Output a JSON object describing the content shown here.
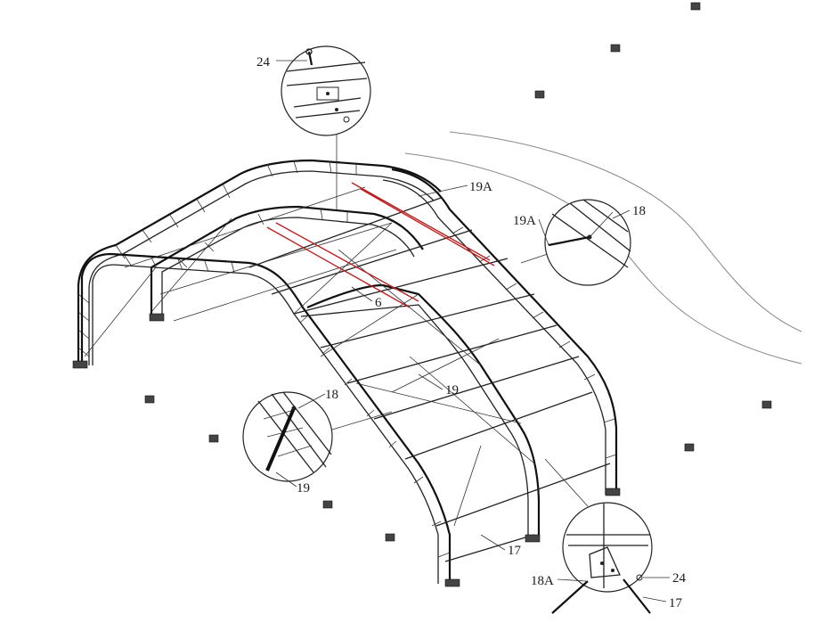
{
  "callouts": {
    "c24_top": "24",
    "c19A_main": "19A",
    "c19A_detail": "19A",
    "c18_detail_right": "18",
    "c6": "6",
    "c19_main": "19",
    "c18_detail_left": "18",
    "c19_detail": "19",
    "c17_main": "17",
    "c18A": "18A",
    "c24_bottom": "24",
    "c17_bottom": "17"
  }
}
